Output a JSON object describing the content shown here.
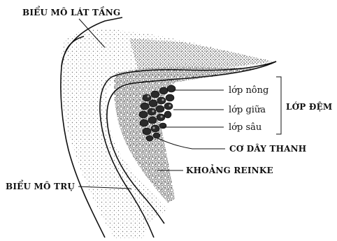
{
  "diagram": {
    "labels": {
      "squamous_epithelium": "BIỂU MÔ LÁT TẦNG",
      "columnar_epithelium": "BIỂU MÔ TRỤ",
      "superficial_layer": "lớp nông",
      "intermediate_layer": "lớp giữa",
      "deep_layer": "lớp sâu",
      "lamina_propria": "LỚP ĐỆM",
      "vocal_muscle": "CƠ DÂY THANH",
      "reinke_space": "KHOẢNG REINKE"
    },
    "colors": {
      "ink": "#111111",
      "stipple": "#555555",
      "background": "#ffffff"
    }
  }
}
